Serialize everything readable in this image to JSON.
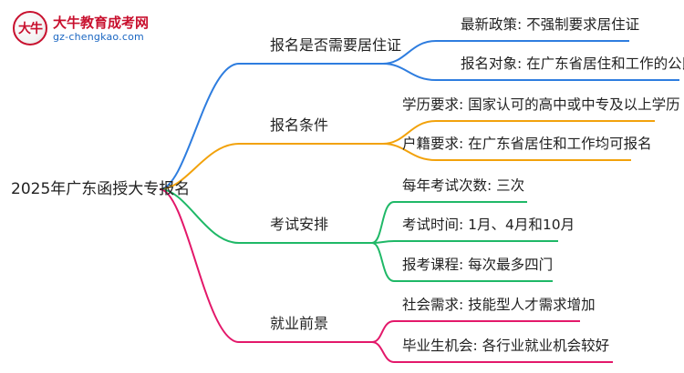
{
  "logo": {
    "badge": "大牛",
    "title": "大牛教育成考网",
    "url": "gz-chengkao.com"
  },
  "mindmap": {
    "root": "2025年广东函授大专报名",
    "branches": [
      {
        "label": "报名是否需要居住证",
        "color": "#2e7ddf",
        "children": [
          "最新政策: 不强制要求居住证",
          "报名对象: 在广东省居住和工作的公民"
        ]
      },
      {
        "label": "报名条件",
        "color": "#f2a20b",
        "children": [
          "学历要求: 国家认可的高中或中专及以上学历",
          "户籍要求: 在广东省居住和工作均可报名"
        ]
      },
      {
        "label": "考试安排",
        "color": "#1fb867",
        "children": [
          "每年考试次数: 三次",
          "考试时间: 1月、4月和10月",
          "报考课程: 每次最多四门"
        ]
      },
      {
        "label": "就业前景",
        "color": "#e3186a",
        "children": [
          "社会需求: 技能型人才需求增加",
          "毕业生机会: 各行业就业机会较好"
        ]
      }
    ]
  }
}
